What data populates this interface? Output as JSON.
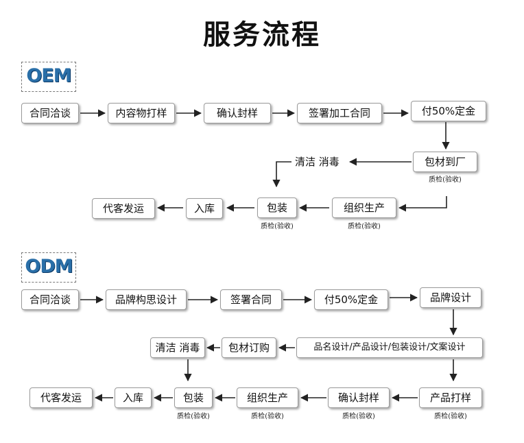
{
  "title": "服务流程",
  "oem": {
    "tag": "OEM",
    "row1": [
      "合同洽谈",
      "内容物打样",
      "确认封样",
      "签署加工合同",
      "付50%定金"
    ],
    "materials": "包材到厂",
    "clean": "清洁 消毒",
    "row3": [
      "代客发运",
      "入库",
      "包装",
      "组织生产"
    ],
    "qc": "质检(验收)"
  },
  "odm": {
    "tag": "ODM",
    "row1": [
      "合同洽谈",
      "品牌构思设计",
      "签署合同",
      "付50%定金",
      "品牌设计"
    ],
    "row2": [
      "清洁 消毒",
      "包材订购",
      "品名设计/产品设计/包装设计/文案设计"
    ],
    "row3": [
      "代客发运",
      "入库",
      "包装",
      "组织生产",
      "确认封样",
      "产品打样"
    ],
    "qc": "质检(验收)"
  }
}
